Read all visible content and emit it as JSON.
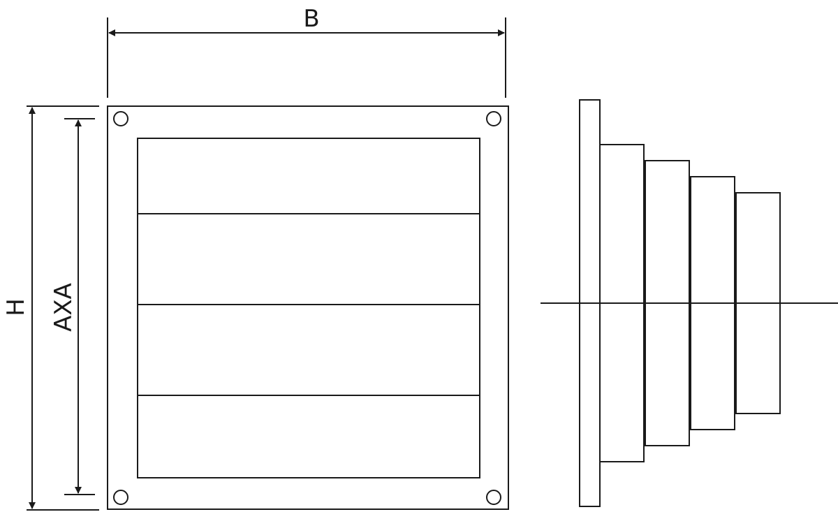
{
  "labels": {
    "width": "B",
    "height": "H",
    "opening": "AXA"
  },
  "colors": {
    "stroke": "#1a1a1a",
    "fill": "#ffffff"
  },
  "front_view": {
    "louver_count": 4,
    "screw_hole_count": 4
  },
  "side_view": {
    "step_count": 4
  }
}
